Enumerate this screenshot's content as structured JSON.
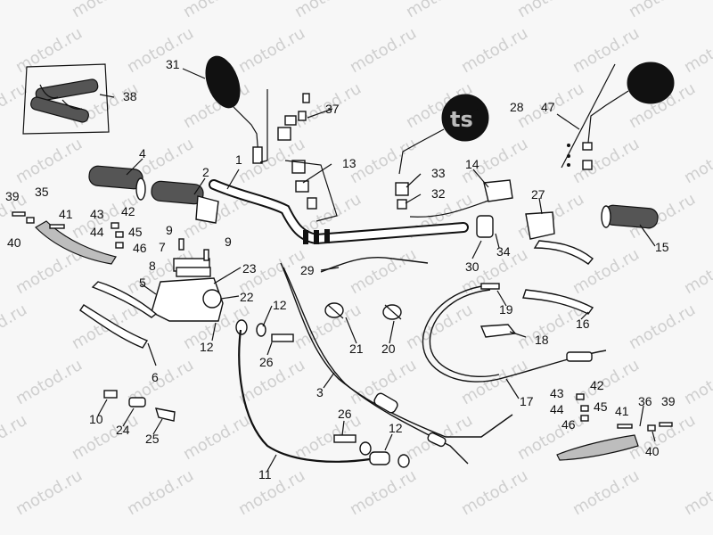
{
  "watermark": "motod.ru",
  "brand_mark": "ts",
  "callouts": {
    "p1": "1",
    "p2": "2",
    "p3": "3",
    "p4": "4",
    "p5": "5",
    "p6": "6",
    "p7": "7",
    "p8": "8",
    "p9a": "9",
    "p9b": "9",
    "p10": "10",
    "p11": "11",
    "p12a": "12",
    "p12b": "12",
    "p12c": "12",
    "p13": "13",
    "p14": "14",
    "p15": "15",
    "p16": "16",
    "p17": "17",
    "p18": "18",
    "p19": "19",
    "p20": "20",
    "p21": "21",
    "p22": "22",
    "p23": "23",
    "p24": "24",
    "p25": "25",
    "p26a": "26",
    "p26b": "26",
    "p27": "27",
    "p28": "28",
    "p29": "29",
    "p30": "30",
    "p31": "31",
    "p32": "32",
    "p33": "33",
    "p34": "34",
    "p35": "35",
    "p36": "36",
    "p37": "37",
    "p38": "38",
    "p39a": "39",
    "p39b": "39",
    "p40a": "40",
    "p40b": "40",
    "p41a": "41",
    "p41b": "41",
    "p42a": "42",
    "p42b": "42",
    "p43a": "43",
    "p43b": "43",
    "p44a": "44",
    "p44b": "44",
    "p45a": "45",
    "p45b": "45",
    "p46a": "46",
    "p46b": "46",
    "p47": "47"
  }
}
